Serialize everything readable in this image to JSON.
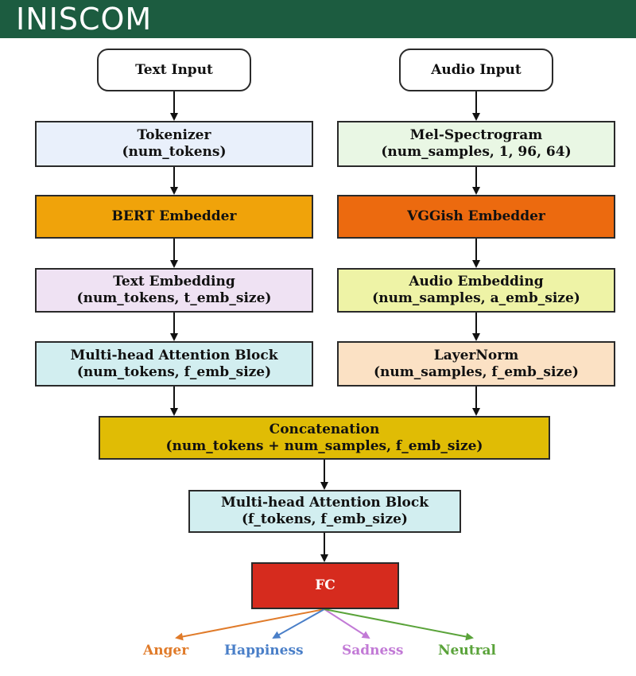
{
  "header": {
    "logo_text": "INISCOM"
  },
  "nodes": {
    "text_input": {
      "line1": "Text Input"
    },
    "audio_input": {
      "line1": "Audio Input"
    },
    "tokenizer": {
      "line1": "Tokenizer",
      "line2": "(num_tokens)",
      "color": "#e9f0fb"
    },
    "mel_spectrogram": {
      "line1": "Mel-Spectrogram",
      "line2": "(num_samples, 1, 96, 64)",
      "color": "#e9f7e4"
    },
    "bert_embedder": {
      "line1": "BERT Embedder",
      "color": "#f0a30a"
    },
    "vggish_embedder": {
      "line1": "VGGish Embedder",
      "color": "#ec6a0f"
    },
    "text_embedding": {
      "line1": "Text Embedding",
      "line2": "(num_tokens, t_emb_size)",
      "color": "#efe2f3"
    },
    "audio_embedding": {
      "line1": "Audio Embedding",
      "line2": "(num_samples, a_emb_size)",
      "color": "#eef3a6"
    },
    "mha_text": {
      "line1": "Multi-head Attention Block",
      "line2": "(num_tokens, f_emb_size)",
      "color": "#d2eef0"
    },
    "layernorm": {
      "line1": "LayerNorm",
      "line2": "(num_samples, f_emb_size)",
      "color": "#fbe1c4"
    },
    "concatenation": {
      "line1": "Concatenation",
      "line2": "(num_tokens + num_samples, f_emb_size)",
      "color": "#e0bc05"
    },
    "mha_fused": {
      "line1": "Multi-head Attention Block",
      "line2": "(f_tokens, f_emb_size)",
      "color": "#d2eef0"
    },
    "fc": {
      "line1": "FC",
      "color": "#d62b1e"
    }
  },
  "outputs": [
    {
      "label": "Anger",
      "color": "#e07b2a"
    },
    {
      "label": "Happiness",
      "color": "#4a7fc8"
    },
    {
      "label": "Sadness",
      "color": "#c27ad6"
    },
    {
      "label": "Neutral",
      "color": "#5aa33a"
    }
  ]
}
